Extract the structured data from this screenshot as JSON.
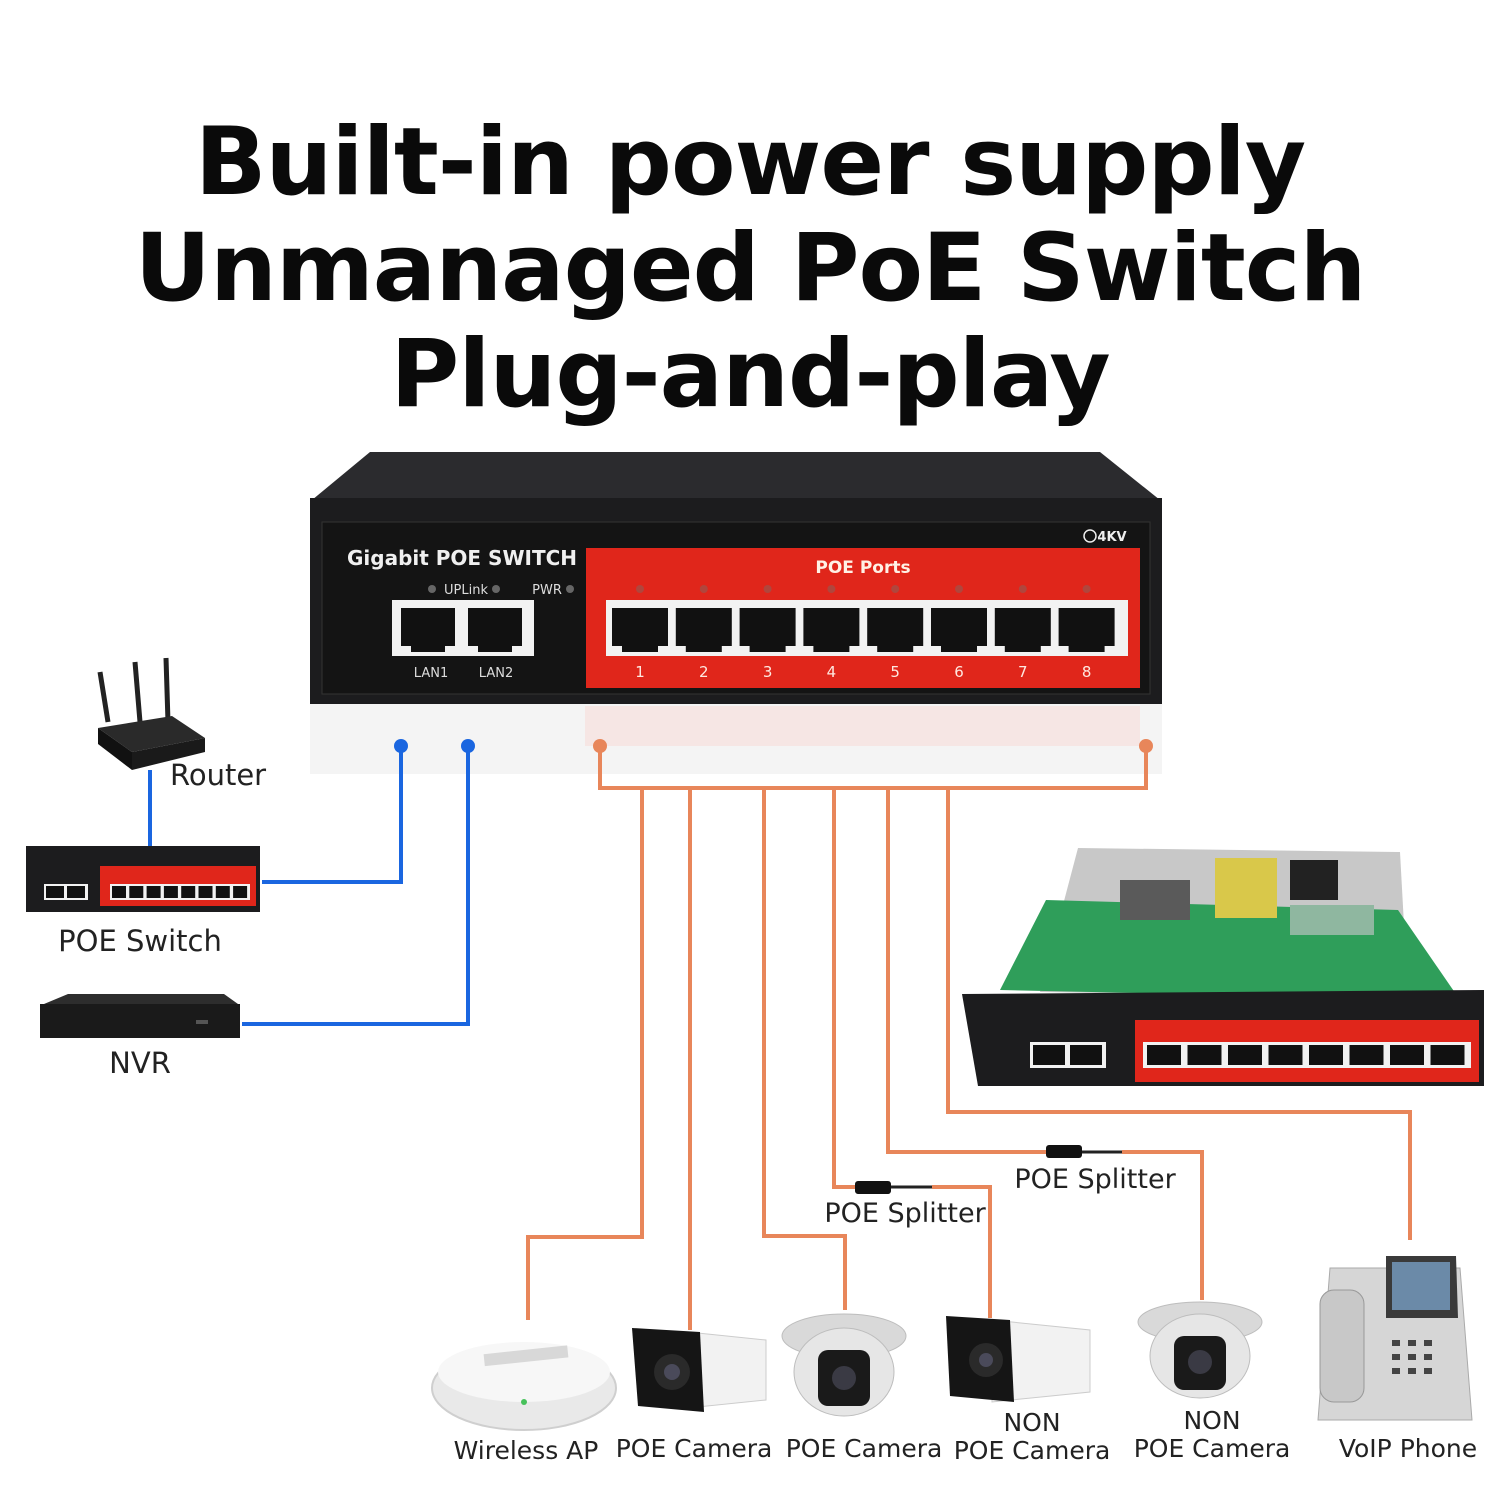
{
  "headline": {
    "line1": "Built-in power supply",
    "line2": "Unmanaged PoE Switch",
    "line3": "Plug-and-play"
  },
  "switch": {
    "brand_label": "Gigabit POE SWITCH",
    "uplink_label": "UPLink",
    "pwr_label": "PWR",
    "poe_ports_label": "POE Ports",
    "surge_label": "4KV",
    "lan_ports": [
      "LAN1",
      "LAN2"
    ],
    "poe_port_numbers": [
      "1",
      "2",
      "3",
      "4",
      "5",
      "6",
      "7",
      "8"
    ]
  },
  "devices_left": {
    "router": "Router",
    "poe_switch": "POE Switch",
    "nvr": "NVR"
  },
  "splitters": {
    "splitter_a": "POE Splitter",
    "splitter_b": "POE Splitter"
  },
  "devices_bottom": {
    "wireless_ap": "Wireless AP",
    "poe_camera_1": "POE Camera",
    "poe_camera_2": "POE Camera",
    "non_poe_camera_1_line1": "NON",
    "non_poe_camera_1_line2": "POE Camera",
    "non_poe_camera_2_line1": "NON",
    "non_poe_camera_2_line2": "POE Camera",
    "voip_phone": "VoIP Phone"
  },
  "colors": {
    "uplink_line": "#1a66e0",
    "poe_line": "#e8865a",
    "switch_body": "#1c1c1e",
    "poe_panel": "#e0261b"
  }
}
